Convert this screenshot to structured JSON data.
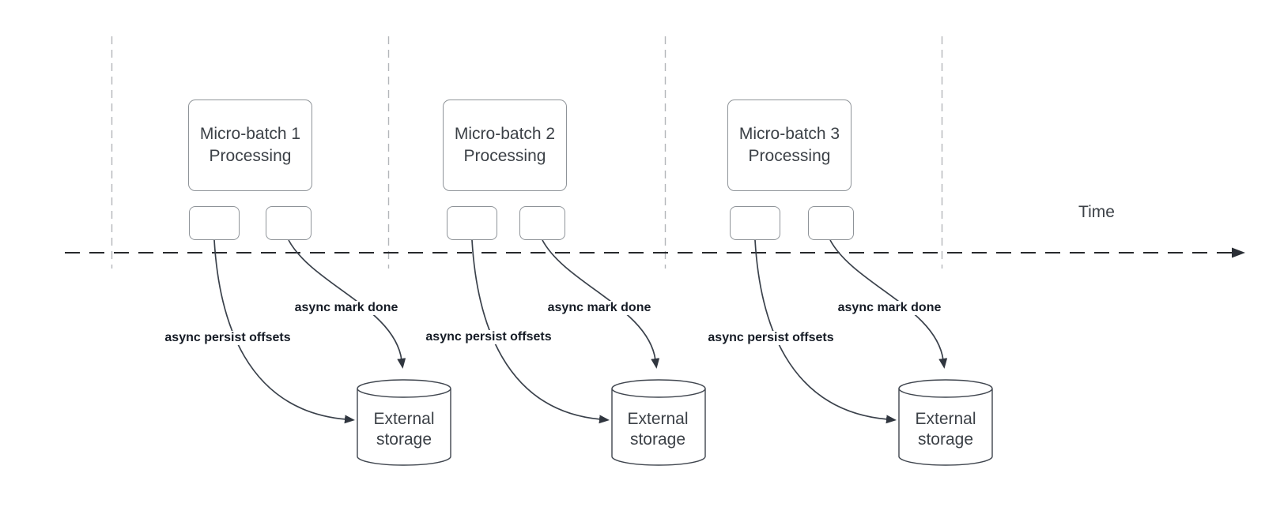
{
  "time_axis": {
    "label": "Time"
  },
  "batches": [
    {
      "id": "micro-batch-1",
      "process_label": "Micro-batch 1\nProcessing",
      "persist_offsets_label": "async persist offsets",
      "mark_done_label": "async mark done",
      "storage_label": "External\nstorage"
    },
    {
      "id": "micro-batch-2",
      "process_label": "Micro-batch 2\nProcessing",
      "persist_offsets_label": "async persist offsets",
      "mark_done_label": "async mark done",
      "storage_label": "External\nstorage"
    },
    {
      "id": "micro-batch-3",
      "process_label": "Micro-batch 3\nProcessing",
      "persist_offsets_label": "async persist offsets",
      "mark_done_label": "async mark done",
      "storage_label": "External\nstorage"
    }
  ],
  "colors": {
    "background": "#ffffff",
    "shape_border": "#8f9499",
    "cylinder_border": "#3f454e",
    "arrow": "#3a414b",
    "arrowhead": "#30363f",
    "timeline": "#27292c",
    "guide_line": "#b3b6ba",
    "shape_text": "#3c4147",
    "flow_label_text": "#161c26"
  }
}
